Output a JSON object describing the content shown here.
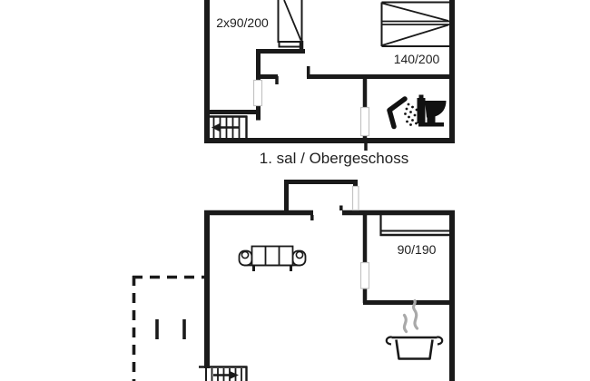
{
  "colors": {
    "wall": "#1a1a1a",
    "door_marker": "#c4c4c4",
    "steam": "#a9a9a9",
    "background": "#ffffff",
    "text": "#1f1f1f"
  },
  "upper_floor": {
    "caption": "1. sal / Obergeschoss",
    "bed_single_label": "2x90/200",
    "bed_double_label": "140/200",
    "icons": [
      "single-bed-icon",
      "double-bed-icon",
      "stairs-down-icon",
      "shower-icon",
      "toilet-icon",
      "door-opening-marker"
    ]
  },
  "ground_floor": {
    "bed_label": "90/190",
    "icons": [
      "sofa-icon",
      "single-bed-icon",
      "cooking-pot-icon",
      "steam-icon",
      "stairs-up-icon",
      "terrace-dashed-outline",
      "door-opening-marker"
    ]
  }
}
